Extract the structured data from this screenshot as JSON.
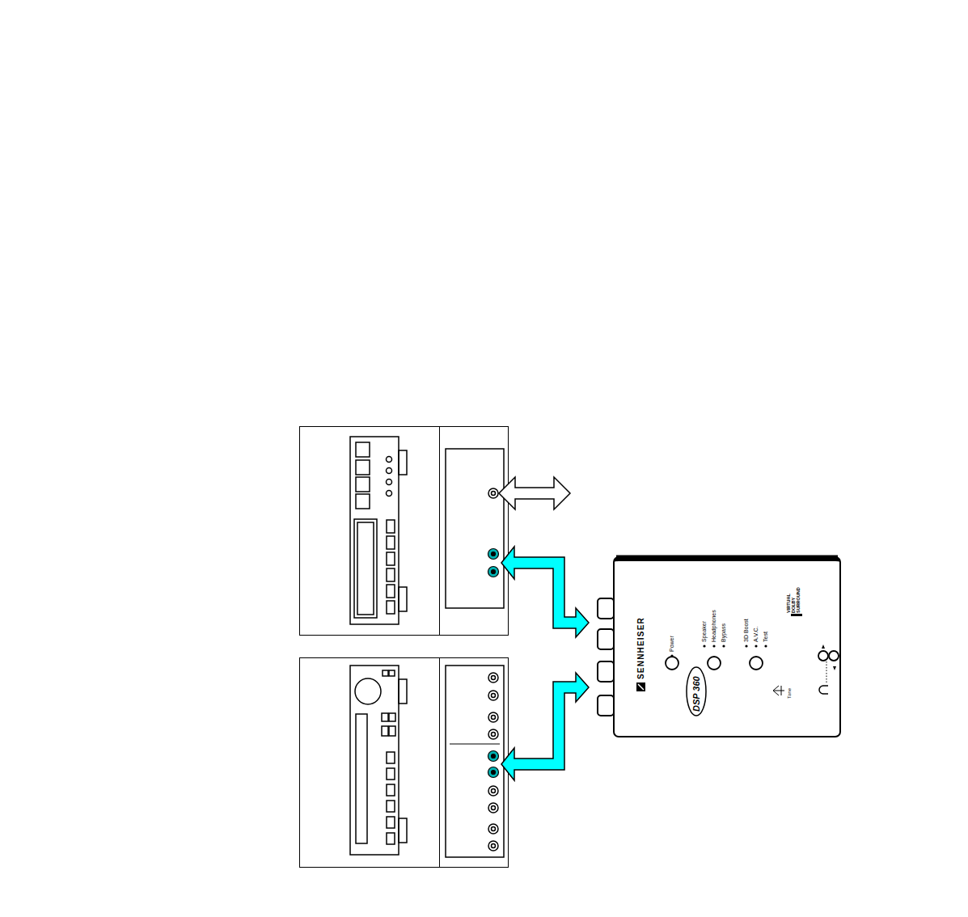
{
  "diagram": {
    "nodes": [
      {
        "text": [
          "SENNHEISER",
          "Power",
          "Speaker",
          "Headphones",
          "Bypass",
          "3D Boost",
          "A.V.C.",
          "Test",
          "DSP 360",
          "VIRTUAL DOLBY SURROUND",
          "Tone"
        ]
      }
    ]
  }
}
